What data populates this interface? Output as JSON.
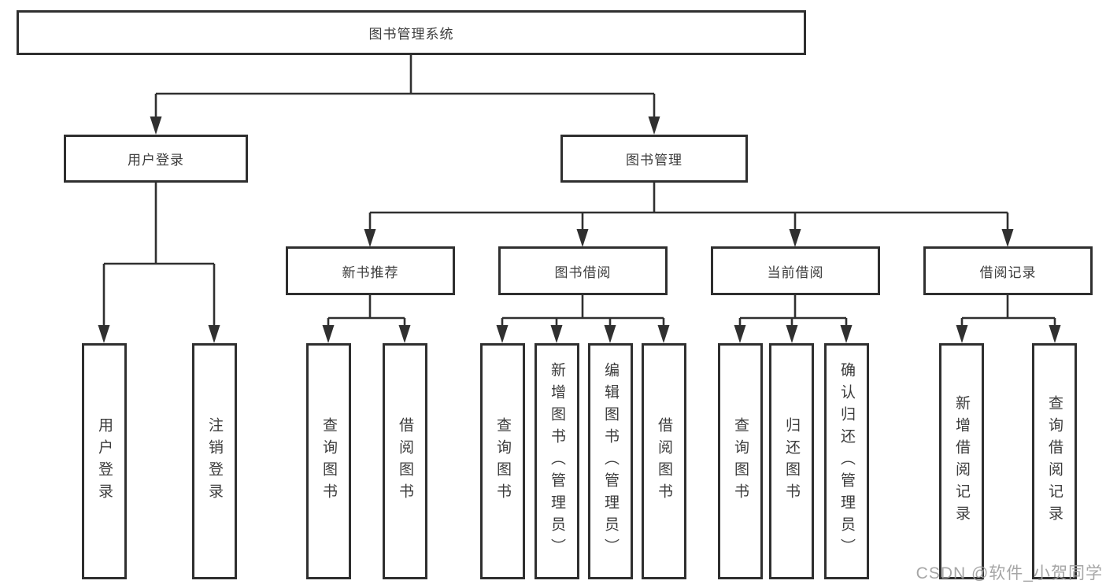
{
  "diagram_title": "图书管理系统",
  "colors": {
    "line": "#303030",
    "box_border": "#2f2f2f",
    "box_fill": "#ffffff",
    "text": "#3c3c3c",
    "watermark": "#9e9e9e"
  },
  "tree": {
    "label": "图书管理系统",
    "children": [
      {
        "label": "用户登录",
        "children": [
          {
            "label": "用户登录"
          },
          {
            "label": "注销登录"
          }
        ]
      },
      {
        "label": "图书管理",
        "children": [
          {
            "label": "新书推荐",
            "children": [
              {
                "label": "查询图书"
              },
              {
                "label": "借阅图书"
              }
            ]
          },
          {
            "label": "图书借阅",
            "children": [
              {
                "label": "查询图书"
              },
              {
                "label": "新增图书（管理员）"
              },
              {
                "label": "编辑图书（管理员）"
              },
              {
                "label": "借阅图书"
              }
            ]
          },
          {
            "label": "当前借阅",
            "children": [
              {
                "label": "查询图书"
              },
              {
                "label": "归还图书"
              },
              {
                "label": "确认归还（管理员）"
              }
            ]
          },
          {
            "label": "借阅记录",
            "children": [
              {
                "label": "新增借阅记录"
              },
              {
                "label": "查询借阅记录"
              }
            ]
          }
        ]
      }
    ]
  },
  "watermark": "CSDN @软件_小贺同学"
}
